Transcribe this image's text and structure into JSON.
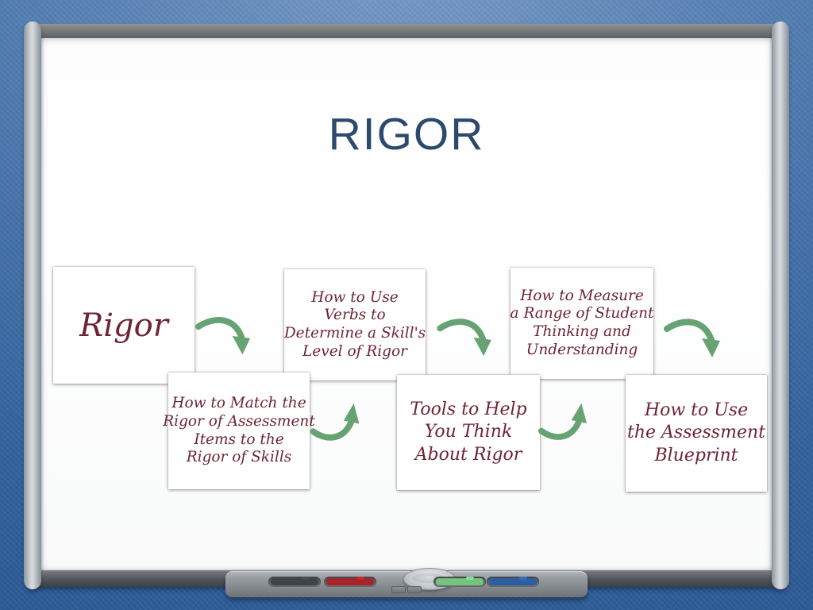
{
  "slide": {
    "title": "RIGOR"
  },
  "colors": {
    "title": "#2d4a6e",
    "card_text": "#6e2433",
    "arrow": "#67a372",
    "wall_blue": "#3f6ea8",
    "board_white": "#ffffff",
    "frame_gray": "#7c7f80"
  },
  "cards": [
    {
      "name": "rigor",
      "lines": [
        "Rigor"
      ]
    },
    {
      "name": "match-rigor-of-assessment",
      "lines": [
        "How to Match the",
        "Rigor of Assessment",
        "Items to the",
        "Rigor of Skills"
      ]
    },
    {
      "name": "use-verbs-determine-rigor",
      "lines": [
        "How to Use",
        "Verbs to",
        "Determine a Skill's",
        "Level of Rigor"
      ]
    },
    {
      "name": "tools-to-help-think",
      "lines": [
        "Tools to Help",
        "You Think",
        "About Rigor"
      ]
    },
    {
      "name": "measure-student-thinking",
      "lines": [
        "How to Measure",
        "a Range of Student",
        "Thinking and",
        "Understanding"
      ]
    },
    {
      "name": "assessment-blueprint",
      "lines": [
        "How to Use",
        "the Assessment",
        "Blueprint"
      ]
    }
  ],
  "tray": {
    "markers": [
      {
        "name": "black-marker",
        "color": "#3f4447"
      },
      {
        "name": "red-marker",
        "color": "#a8232a"
      },
      {
        "name": "green-marker",
        "color": "#74c47e"
      },
      {
        "name": "blue-marker",
        "color": "#2c5f9f"
      }
    ],
    "eraser": {
      "name": "eraser"
    }
  }
}
